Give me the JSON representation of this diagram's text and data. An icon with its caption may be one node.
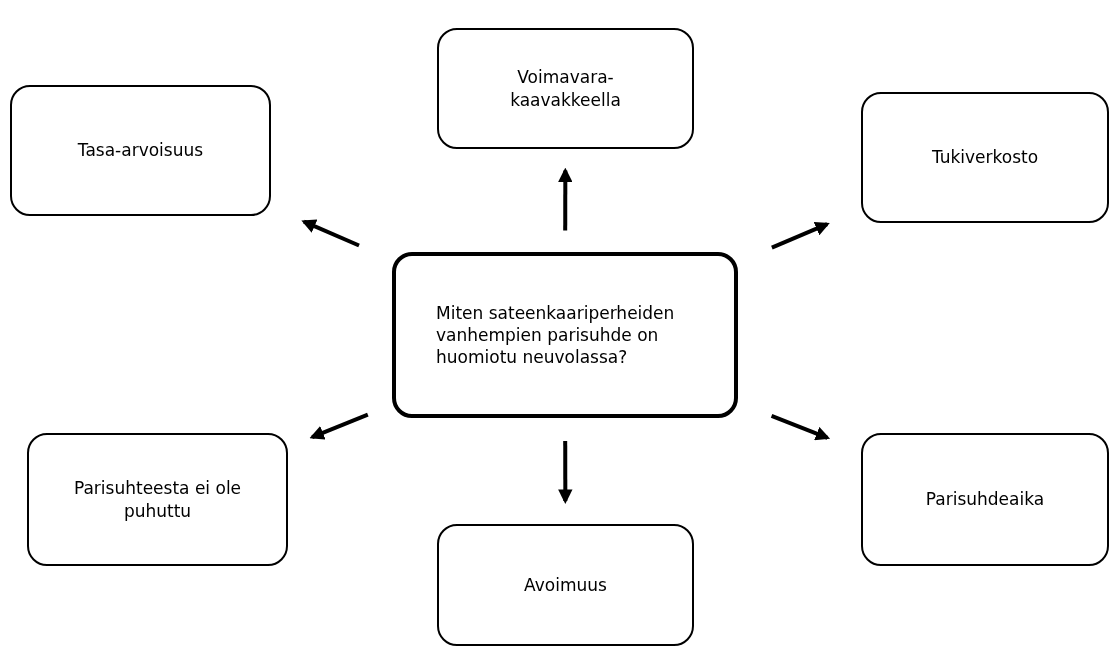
{
  "diagram": {
    "nodes": [
      {
        "text": [
          "Voimavara-kaavakkeella"
        ]
      },
      {
        "text": [
          "Tasa-arvoisuus"
        ]
      },
      {
        "text": [
          "Tukiverkosto"
        ]
      },
      {
        "text": [
          "Miten sateenkaariperheiden vanhempien parisuhde on huomiotu neuvolassa?"
        ]
      },
      {
        "text": [
          "Parisuhteesta ei ole puhuttu"
        ]
      },
      {
        "text": [
          "Parisuhdeaika"
        ]
      },
      {
        "text": [
          "Avoimuus"
        ]
      }
    ],
    "edges": [
      {
        "from": 3,
        "to": 0,
        "arrow": "to"
      },
      {
        "from": 3,
        "to": 1,
        "arrow": "to"
      },
      {
        "from": 3,
        "to": 2,
        "arrow": "to"
      },
      {
        "from": 3,
        "to": 4,
        "arrow": "to"
      },
      {
        "from": 3,
        "to": 5,
        "arrow": "to"
      },
      {
        "from": 3,
        "to": 6,
        "arrow": "to"
      }
    ]
  }
}
